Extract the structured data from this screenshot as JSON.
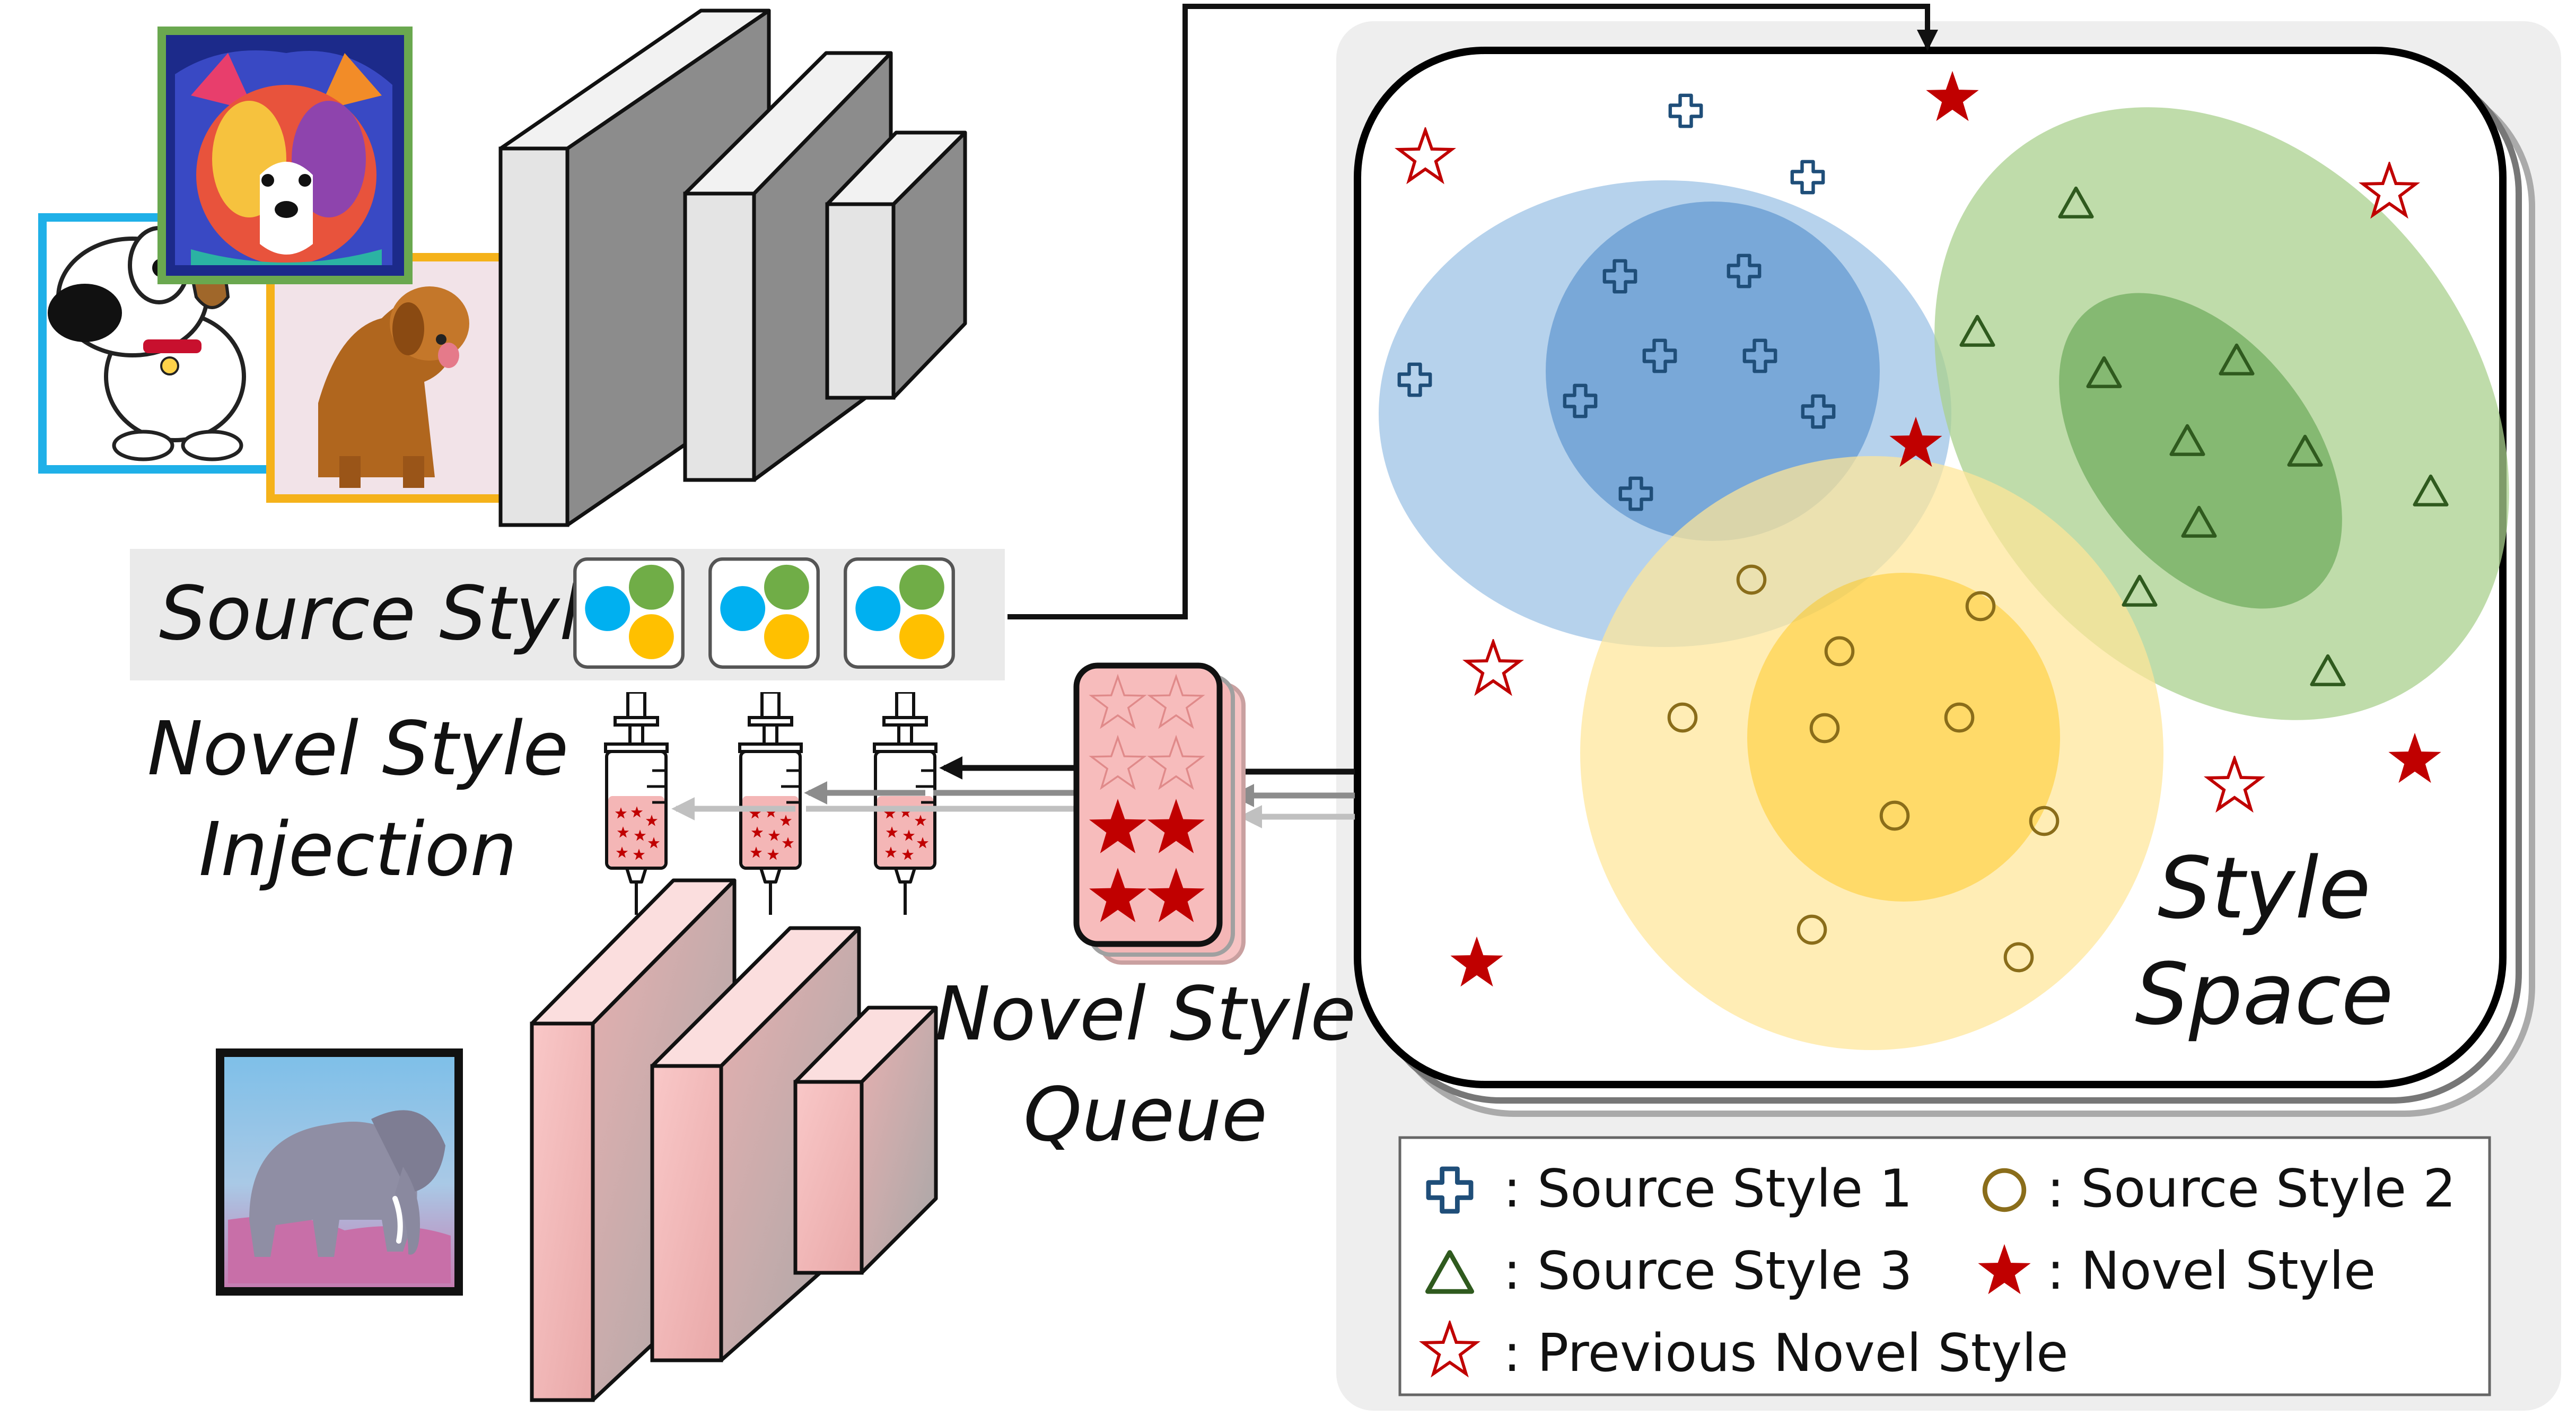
{
  "source_style": {
    "label": "Source Style"
  },
  "novel_style_injection": {
    "line1": "Novel Style",
    "line2": "Injection"
  },
  "novel_style_queue": {
    "line1": "Novel Style",
    "line2": "Queue"
  },
  "style_space": {
    "line1": "Style",
    "line2": "Space"
  },
  "legend": {
    "source_style_1": ": Source Style 1",
    "source_style_2": ": Source Style 2",
    "source_style_3": ": Source Style 3",
    "novel_style": ": Novel Style",
    "previous_novel_style": ": Previous Novel Style"
  },
  "colors": {
    "source_style_1": "#1f4e79",
    "source_style_2": "#8a6d1a",
    "source_style_3": "#2f5a1e",
    "novel_style": "#c00000",
    "blue_region": "#9dc3e6",
    "green_region": "#a9d08e",
    "yellow_region": "#ffe699",
    "network_gray": "#d9d9d9",
    "network_pink": "#f4b6b6"
  },
  "icons": {
    "source_style_1": "plus-outline-icon",
    "source_style_2": "circle-outline-icon",
    "source_style_3": "triangle-outline-icon",
    "novel_style": "filled-star-icon",
    "previous_novel_style": "outline-star-icon"
  },
  "images": {
    "source": [
      "cartoon-dog-image",
      "painted-dog-image",
      "golden-retriever-photo"
    ],
    "target": "pink-elephant-photo"
  }
}
